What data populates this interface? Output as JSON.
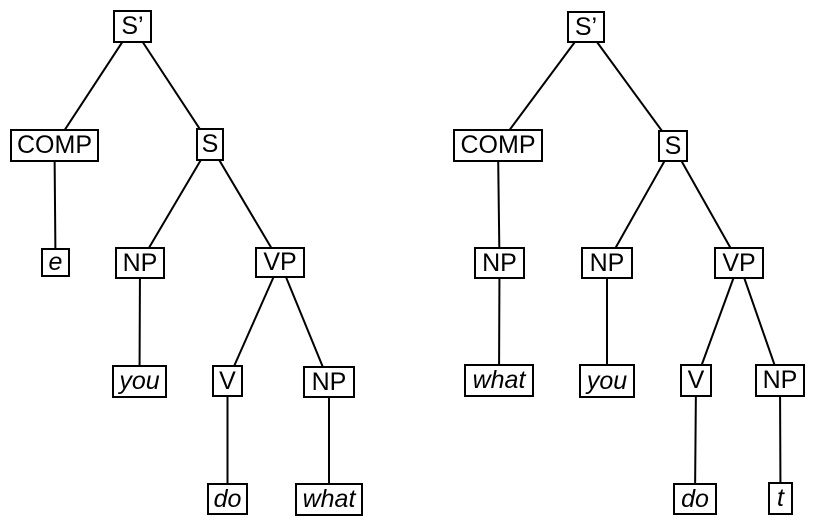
{
  "figure": {
    "background_color": "#ffffff",
    "node_border_color": "#000000",
    "edge_color": "#000000",
    "edge_width": 2
  },
  "trees": [
    {
      "name": "left-tree",
      "nodes": [
        {
          "id": "l_sbar",
          "label": "S’",
          "type": "category"
        },
        {
          "id": "l_comp",
          "label": "COMP",
          "type": "category"
        },
        {
          "id": "l_s",
          "label": "S",
          "type": "category"
        },
        {
          "id": "l_e",
          "label": "e",
          "type": "terminal"
        },
        {
          "id": "l_np_subj",
          "label": "NP",
          "type": "category"
        },
        {
          "id": "l_vp",
          "label": "VP",
          "type": "category"
        },
        {
          "id": "l_you",
          "label": "you",
          "type": "terminal"
        },
        {
          "id": "l_v",
          "label": "V",
          "type": "category"
        },
        {
          "id": "l_np_obj",
          "label": "NP",
          "type": "category"
        },
        {
          "id": "l_do",
          "label": "do",
          "type": "terminal"
        },
        {
          "id": "l_what",
          "label": "what",
          "type": "terminal"
        }
      ],
      "edges": [
        [
          "l_sbar",
          "l_comp"
        ],
        [
          "l_sbar",
          "l_s"
        ],
        [
          "l_comp",
          "l_e"
        ],
        [
          "l_s",
          "l_np_subj"
        ],
        [
          "l_s",
          "l_vp"
        ],
        [
          "l_np_subj",
          "l_you"
        ],
        [
          "l_vp",
          "l_v"
        ],
        [
          "l_vp",
          "l_np_obj"
        ],
        [
          "l_v",
          "l_do"
        ],
        [
          "l_np_obj",
          "l_what"
        ]
      ]
    },
    {
      "name": "right-tree",
      "nodes": [
        {
          "id": "r_sbar",
          "label": "S’",
          "type": "category"
        },
        {
          "id": "r_comp",
          "label": "COMP",
          "type": "category"
        },
        {
          "id": "r_s",
          "label": "S",
          "type": "category"
        },
        {
          "id": "r_np_comp",
          "label": "NP",
          "type": "category"
        },
        {
          "id": "r_np_subj",
          "label": "NP",
          "type": "category"
        },
        {
          "id": "r_vp",
          "label": "VP",
          "type": "category"
        },
        {
          "id": "r_what",
          "label": "what",
          "type": "terminal"
        },
        {
          "id": "r_you",
          "label": "you",
          "type": "terminal"
        },
        {
          "id": "r_v",
          "label": "V",
          "type": "category"
        },
        {
          "id": "r_np_obj",
          "label": "NP",
          "type": "category"
        },
        {
          "id": "r_do",
          "label": "do",
          "type": "terminal"
        },
        {
          "id": "r_t",
          "label": "t",
          "type": "terminal"
        }
      ],
      "edges": [
        [
          "r_sbar",
          "r_comp"
        ],
        [
          "r_sbar",
          "r_s"
        ],
        [
          "r_comp",
          "r_np_comp"
        ],
        [
          "r_np_comp",
          "r_what"
        ],
        [
          "r_s",
          "r_np_subj"
        ],
        [
          "r_s",
          "r_vp"
        ],
        [
          "r_np_subj",
          "r_you"
        ],
        [
          "r_vp",
          "r_v"
        ],
        [
          "r_vp",
          "r_np_obj"
        ],
        [
          "r_v",
          "r_do"
        ],
        [
          "r_np_obj",
          "r_t"
        ]
      ]
    }
  ]
}
